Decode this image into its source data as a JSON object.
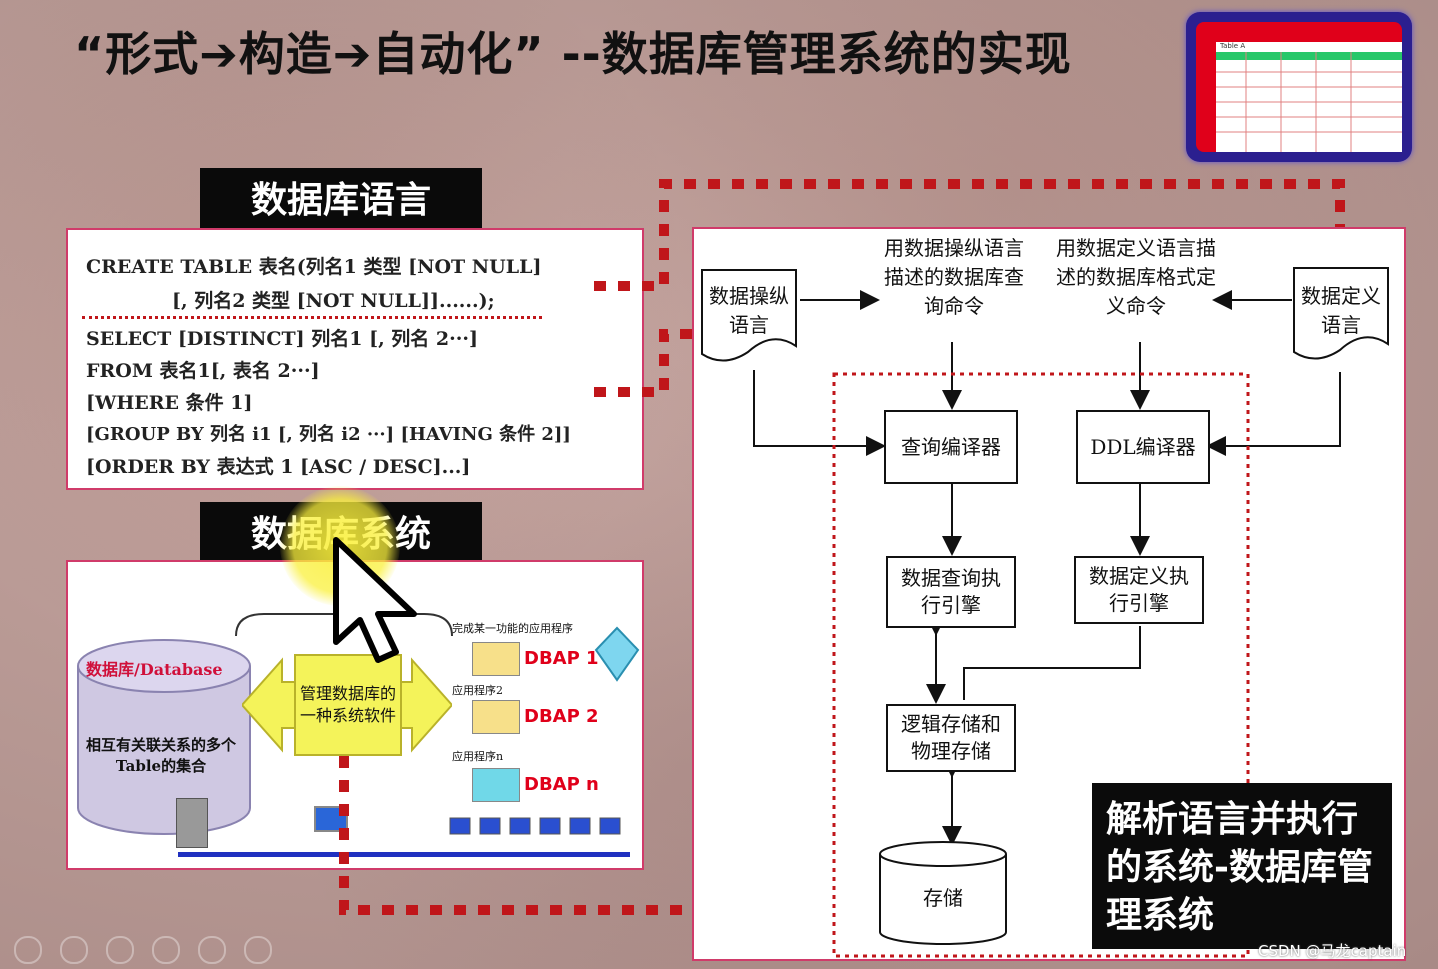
{
  "title": "“形式➔构造➔自动化” --数据库管理系统的实现",
  "thumbnail": {
    "caption": "Table A"
  },
  "left_top": {
    "label": "数据库语言",
    "code_lines": [
      "CREATE    TABLE  表名(列名1    类型    [NOT NULL]",
      "[, 列名2    类型    [NOT NULL]]......);",
      "SELECT    [DISTINCT]    列名1 [, 列名 2···]",
      "FROM  表名1[, 表名 2···]",
      "[WHERE  条件 1]",
      "[GROUP BY  列名 i1    [, 列名 i2 ···] [HAVING   条件 2]]",
      "[ORDER BY  表达式 1     [ASC / DESC]...]"
    ]
  },
  "left_bottom": {
    "label": "数据库系统",
    "db_title": "数据库/Database",
    "db_desc": "相互有关联关系的多个Table的集合",
    "dbms_text": "管理数据库的一种系统软件",
    "app1_caption": "完成某一功能的应用程序",
    "app2_caption": "应用程序2",
    "app3_caption": "应用程序n",
    "dbap1": "DBAP 1",
    "dbap2": "DBAP 2",
    "dbapn": "DBAP n"
  },
  "flow": {
    "dml_doc": "数据操纵语言",
    "ddl_doc": "数据定义语言",
    "dml_desc": "用数据操纵语言描述的数据库查询命令",
    "ddl_desc": "用数据定义语言描述的数据库格式定义命令",
    "query_compiler": "查询编译器",
    "ddl_compiler": "DDL编译器",
    "query_engine": "数据查询执行引擎",
    "def_engine": "数据定义执行引擎",
    "storage_logic": "逻辑存储和物理存储",
    "storage": "存储"
  },
  "overlay_text": "解析语言并执行的系统-数据库管理系统",
  "watermark": "CSDN @马龙captain",
  "colors": {
    "accent_red": "#c0161a",
    "panel_border": "#d03b6a",
    "label_bg": "#0a0a0a"
  }
}
